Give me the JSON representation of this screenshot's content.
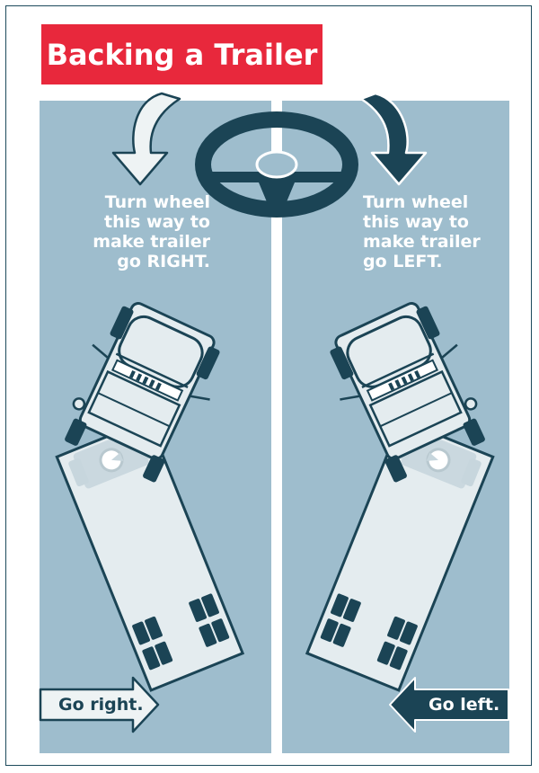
{
  "title": "Backing a Trailer",
  "left_panel": {
    "instruction": "Turn wheel\nthis way to\nmake trailer\ngo RIGHT.",
    "result": "Go right.",
    "arrow_icon": "curved-arrow-counterclockwise-icon"
  },
  "right_panel": {
    "instruction": "Turn wheel\nthis way to\nmake trailer\ngo LEFT.",
    "result": "Go left.",
    "arrow_icon": "curved-arrow-clockwise-icon"
  },
  "center_icon": "steering-wheel-icon",
  "colors": {
    "title_bg": "#e8283c",
    "panel_bg": "#9ebdcd",
    "dark_teal": "#1b4455",
    "light_fill": "#eef3f4",
    "white": "#ffffff"
  }
}
